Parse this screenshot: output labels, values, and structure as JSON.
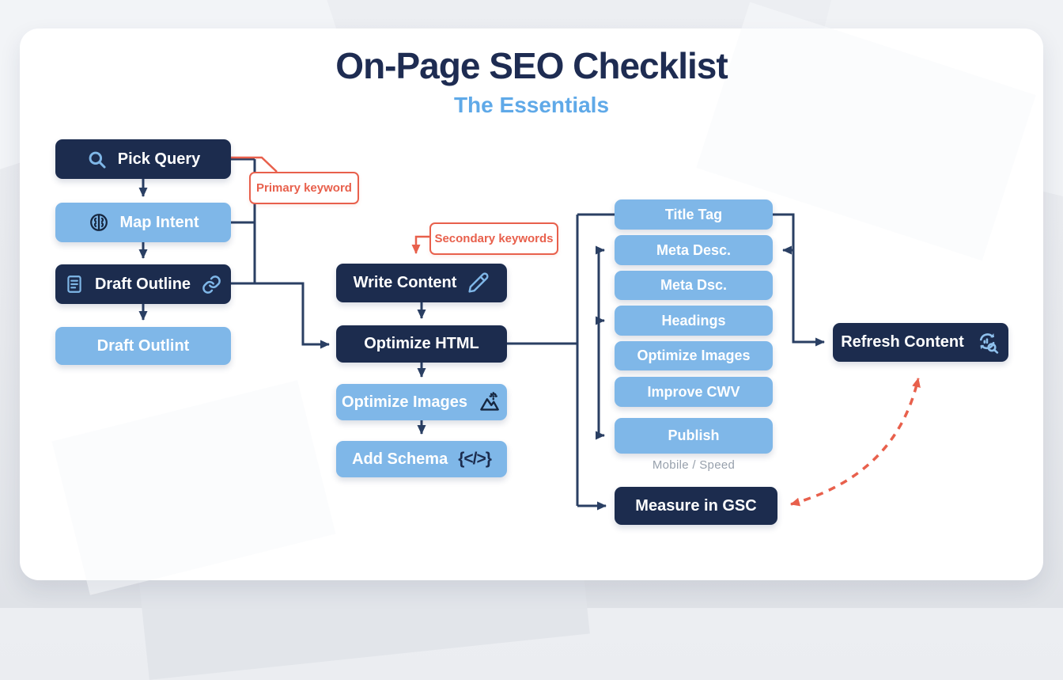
{
  "header": {
    "title": "On-Page SEO Checklist",
    "subtitle": "The Essentials"
  },
  "nodes": {
    "pick_query": "Pick Query",
    "map_intent": "Map Intent",
    "draft_outline": "Draft Outline",
    "draft_outlint": "Draft Outlint",
    "write_content": "Write Content",
    "optimize_html": "Optimize HTML",
    "optimize_images_mid": "Optimize Images",
    "add_schema": "Add Schema",
    "schema_glyph": "{&lt;/&gt;}",
    "title_tag": "Title Tag",
    "meta_desc": "Meta Desc.",
    "meta_dsc": "Meta Dsc.",
    "headings": "Headings",
    "optimize_images_right": "Optimize Images",
    "improve_cwv": "Improve CWV",
    "publish": "Publish",
    "mobile_speed_caption": "Mobile / Speed",
    "measure_gsc": "Measure in GSC",
    "refresh_content": "Refresh Content"
  },
  "callouts": {
    "primary_keyword": "Primary keyword",
    "secondary_keywords": "Secondary keywords"
  },
  "colors": {
    "navy": "#1c2c4e",
    "light_blue": "#7fb7e8",
    "accent_red": "#e8604c",
    "subtitle_blue": "#5fa9e8",
    "caption_gray": "#97a0ac",
    "connector_navy": "#2a3f63",
    "card_bg": "#ffffff",
    "page_bg": "#e7e9ed"
  }
}
